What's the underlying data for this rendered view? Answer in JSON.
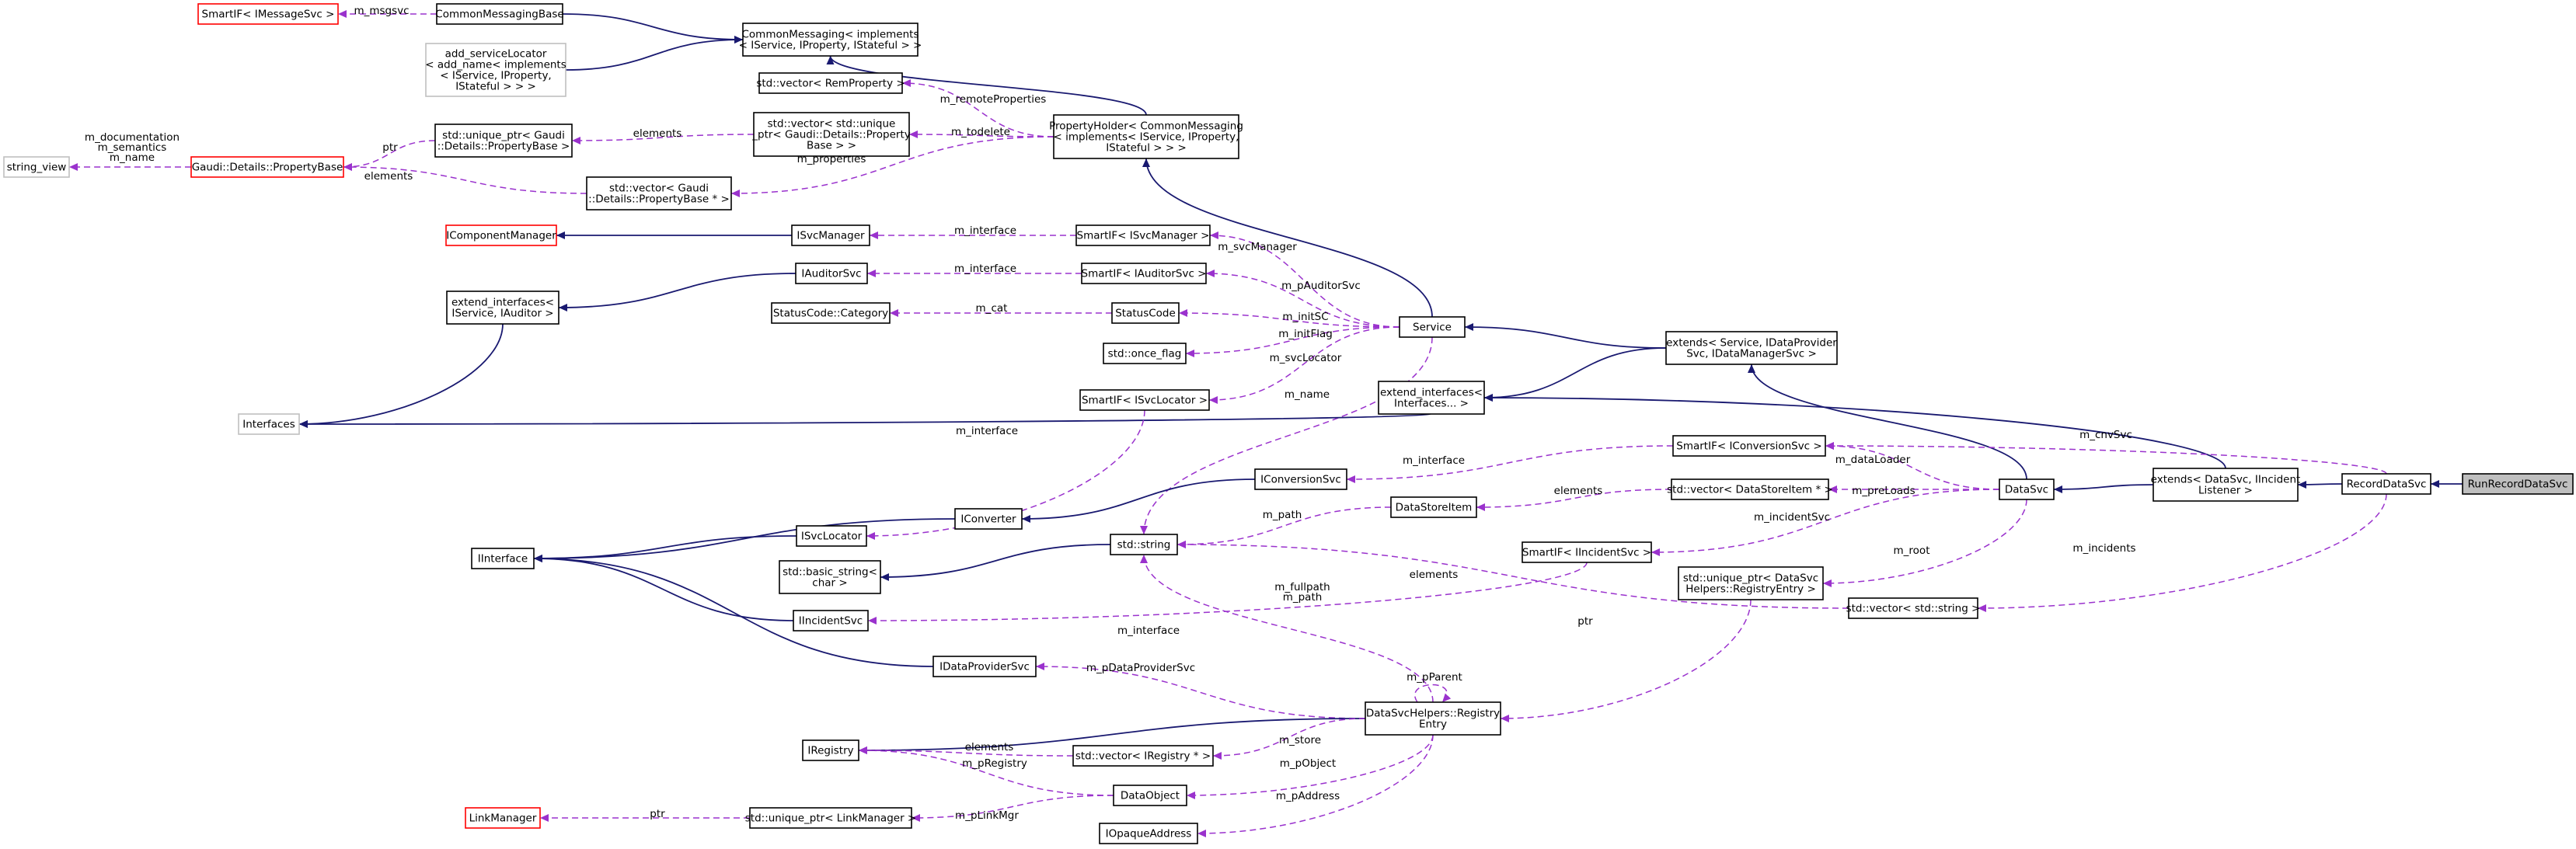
{
  "colors": {
    "node_fill": "#ffffff",
    "node_border": "#000000",
    "node_border_red": "#ff0000",
    "node_border_gray": "#bfbfbf",
    "focus_fill": "#bfbfbf",
    "inherit_edge": "#191970",
    "usage_edge": "#9a32cd"
  },
  "nodes": [
    {
      "id": "smartif_imsg",
      "lines": [
        "SmartIF< IMessageSvc >"
      ],
      "style": "red"
    },
    {
      "id": "commonmessagingbase",
      "lines": [
        "CommonMessagingBase"
      ],
      "style": "normal"
    },
    {
      "id": "add_serviceLocator",
      "lines": [
        "add_serviceLocator",
        "< add_name< implements",
        "< IService, IProperty,",
        "IStateful > > >"
      ],
      "style": "gray"
    },
    {
      "id": "commonmessaging",
      "lines": [
        "CommonMessaging< implements",
        "< IService, IProperty, IStateful > >"
      ],
      "style": "normal"
    },
    {
      "id": "vec_remproperty",
      "lines": [
        "std::vector< RemProperty >"
      ],
      "style": "normal"
    },
    {
      "id": "vec_uniqueptr_pb",
      "lines": [
        "std::vector< std::unique",
        "_ptr< Gaudi::Details::Property",
        "Base > >"
      ],
      "style": "normal"
    },
    {
      "id": "propertyholder",
      "lines": [
        "PropertyHolder< CommonMessaging",
        "< implements< IService, IProperty,",
        "IStateful > > >"
      ],
      "style": "normal"
    },
    {
      "id": "string_view",
      "lines": [
        "string_view"
      ],
      "style": "gray"
    },
    {
      "id": "propertybase",
      "lines": [
        "Gaudi::Details::PropertyBase"
      ],
      "style": "red"
    },
    {
      "id": "uniqueptr_pb",
      "lines": [
        "std::unique_ptr< Gaudi",
        "::Details::PropertyBase >"
      ],
      "style": "normal"
    },
    {
      "id": "vec_pb_ptr",
      "lines": [
        "std::vector< Gaudi",
        "::Details::PropertyBase * >"
      ],
      "style": "normal"
    },
    {
      "id": "icomponentmanager",
      "lines": [
        "IComponentManager"
      ],
      "style": "red"
    },
    {
      "id": "isvcmanager",
      "lines": [
        "ISvcManager"
      ],
      "style": "normal"
    },
    {
      "id": "smartif_isvcmanager",
      "lines": [
        "SmartIF< ISvcManager >"
      ],
      "style": "normal"
    },
    {
      "id": "iauditorsvc",
      "lines": [
        "IAuditorSvc"
      ],
      "style": "normal"
    },
    {
      "id": "smartif_iauditorsvc",
      "lines": [
        "SmartIF< IAuditorSvc >"
      ],
      "style": "normal"
    },
    {
      "id": "extend_interfaces_auditor",
      "lines": [
        "extend_interfaces<",
        "IService, IAuditor >"
      ],
      "style": "normal"
    },
    {
      "id": "statuscode_category",
      "lines": [
        "StatusCode::Category"
      ],
      "style": "normal"
    },
    {
      "id": "statuscode",
      "lines": [
        "StatusCode"
      ],
      "style": "normal"
    },
    {
      "id": "once_flag",
      "lines": [
        "std::once_flag"
      ],
      "style": "normal"
    },
    {
      "id": "service",
      "lines": [
        "Service"
      ],
      "style": "normal"
    },
    {
      "id": "extends_service",
      "lines": [
        "extends< Service, IDataProvider",
        "Svc, IDataManagerSvc >"
      ],
      "style": "normal"
    },
    {
      "id": "smartif_isvclocator",
      "lines": [
        "SmartIF< ISvcLocator >"
      ],
      "style": "normal"
    },
    {
      "id": "extend_interfaces_dots",
      "lines": [
        "extend_interfaces<",
        "Interfaces... >"
      ],
      "style": "normal"
    },
    {
      "id": "interfaces",
      "lines": [
        "Interfaces"
      ],
      "style": "gray"
    },
    {
      "id": "smartif_iconversionsvc",
      "lines": [
        "SmartIF< IConversionSvc >"
      ],
      "style": "normal"
    },
    {
      "id": "iconversionsvc",
      "lines": [
        "IConversionSvc"
      ],
      "style": "normal"
    },
    {
      "id": "datastoreitem",
      "lines": [
        "DataStoreItem"
      ],
      "style": "normal"
    },
    {
      "id": "vec_datastoreitem",
      "lines": [
        "std::vector< DataStoreItem * >"
      ],
      "style": "normal"
    },
    {
      "id": "datasvc",
      "lines": [
        "DataSvc"
      ],
      "style": "normal"
    },
    {
      "id": "extends_datasvc",
      "lines": [
        "extends< DataSvc, IIncident",
        "Listener >"
      ],
      "style": "normal"
    },
    {
      "id": "recorddatasvc",
      "lines": [
        "RecordDataSvc"
      ],
      "style": "normal"
    },
    {
      "id": "runrecorddatasvc",
      "lines": [
        "RunRecordDataSvc"
      ],
      "style": "focus"
    },
    {
      "id": "isvclocator",
      "lines": [
        "ISvcLocator"
      ],
      "style": "normal"
    },
    {
      "id": "iconverter",
      "lines": [
        "IConverter"
      ],
      "style": "normal"
    },
    {
      "id": "std_string",
      "lines": [
        "std::string"
      ],
      "style": "normal"
    },
    {
      "id": "smartif_iincidentsvc",
      "lines": [
        "SmartIF< IIncidentSvc >"
      ],
      "style": "normal"
    },
    {
      "id": "iinterface",
      "lines": [
        "IInterface"
      ],
      "style": "normal"
    },
    {
      "id": "basic_string",
      "lines": [
        "std::basic_string<",
        "char >"
      ],
      "style": "normal"
    },
    {
      "id": "uniqueptr_registryentry",
      "lines": [
        "std::unique_ptr< DataSvc",
        "Helpers::RegistryEntry >"
      ],
      "style": "normal"
    },
    {
      "id": "vec_string",
      "lines": [
        "std::vector< std::string >"
      ],
      "style": "normal"
    },
    {
      "id": "iincidentsvc",
      "lines": [
        "IIncidentSvc"
      ],
      "style": "normal"
    },
    {
      "id": "idataprovidersvc",
      "lines": [
        "IDataProviderSvc"
      ],
      "style": "normal"
    },
    {
      "id": "registryentry",
      "lines": [
        "DataSvcHelpers::Registry",
        "Entry"
      ],
      "style": "normal"
    },
    {
      "id": "iregistry",
      "lines": [
        "IRegistry"
      ],
      "style": "normal"
    },
    {
      "id": "vec_iregistry",
      "lines": [
        "std::vector< IRegistry * >"
      ],
      "style": "normal"
    },
    {
      "id": "dataobject",
      "lines": [
        "DataObject"
      ],
      "style": "normal"
    },
    {
      "id": "linkmanager",
      "lines": [
        "LinkManager"
      ],
      "style": "red"
    },
    {
      "id": "uniqueptr_linkmanager",
      "lines": [
        "std::unique_ptr< LinkManager >"
      ],
      "style": "normal"
    },
    {
      "id": "iopaqueaddress",
      "lines": [
        "IOpaqueAddress"
      ],
      "style": "normal"
    }
  ],
  "edge_labels": [
    {
      "id": "m_msgsvc",
      "lines": [
        "m_msgsvc"
      ]
    },
    {
      "id": "m_remoteproperties",
      "lines": [
        "m_remoteProperties"
      ]
    },
    {
      "id": "m_todelete",
      "lines": [
        "m_todelete"
      ]
    },
    {
      "id": "m_properties",
      "lines": [
        "m_properties"
      ]
    },
    {
      "id": "elements_uptr",
      "lines": [
        "elements"
      ]
    },
    {
      "id": "ptr_pb",
      "lines": [
        "ptr"
      ]
    },
    {
      "id": "elements_pbptr",
      "lines": [
        "elements"
      ]
    },
    {
      "id": "m_doc",
      "lines": [
        "m_documentation",
        "m_semantics",
        "m_name"
      ]
    },
    {
      "id": "m_interface_svcmgr",
      "lines": [
        "m_interface"
      ]
    },
    {
      "id": "m_svcmanager",
      "lines": [
        "m_svcManager"
      ]
    },
    {
      "id": "m_interface_aud",
      "lines": [
        "m_interface"
      ]
    },
    {
      "id": "m_pauditorsvc",
      "lines": [
        "m_pAuditorSvc"
      ]
    },
    {
      "id": "m_cat",
      "lines": [
        "m_cat"
      ]
    },
    {
      "id": "m_initsc",
      "lines": [
        "m_initSC"
      ]
    },
    {
      "id": "m_initflag",
      "lines": [
        "m_initFlag"
      ]
    },
    {
      "id": "m_svclocator",
      "lines": [
        "m_svcLocator"
      ]
    },
    {
      "id": "m_interface_loc",
      "lines": [
        "m_interface"
      ]
    },
    {
      "id": "m_name",
      "lines": [
        "m_name"
      ]
    },
    {
      "id": "m_interface_conv",
      "lines": [
        "m_interface"
      ]
    },
    {
      "id": "m_cnvsvc",
      "lines": [
        "m_cnvSvc"
      ]
    },
    {
      "id": "m_dataloader",
      "lines": [
        "m_dataLoader"
      ]
    },
    {
      "id": "elements_dsi",
      "lines": [
        "elements"
      ]
    },
    {
      "id": "m_preloads",
      "lines": [
        "m_preLoads"
      ]
    },
    {
      "id": "m_path_dsi",
      "lines": [
        "m_path"
      ]
    },
    {
      "id": "m_incidentsvc",
      "lines": [
        "m_incidentSvc"
      ]
    },
    {
      "id": "m_root",
      "lines": [
        "m_root"
      ]
    },
    {
      "id": "m_incidents",
      "lines": [
        "m_incidents"
      ]
    },
    {
      "id": "elements_vs",
      "lines": [
        "elements"
      ]
    },
    {
      "id": "m_fullpath",
      "lines": [
        "m_fullpath",
        "m_path"
      ]
    },
    {
      "id": "ptr_reg",
      "lines": [
        "ptr"
      ]
    },
    {
      "id": "m_interface_inc",
      "lines": [
        "m_interface"
      ]
    },
    {
      "id": "m_pdataprovidersvc",
      "lines": [
        "m_pDataProviderSvc"
      ]
    },
    {
      "id": "m_pparent",
      "lines": [
        "m_pParent"
      ]
    },
    {
      "id": "m_store",
      "lines": [
        "m_store"
      ]
    },
    {
      "id": "elements_reg",
      "lines": [
        "elements"
      ]
    },
    {
      "id": "m_pregistry",
      "lines": [
        "m_pRegistry"
      ]
    },
    {
      "id": "m_pobject",
      "lines": [
        "m_pObject"
      ]
    },
    {
      "id": "m_plinkmgr",
      "lines": [
        "m_pLinkMgr"
      ]
    },
    {
      "id": "ptr_lm",
      "lines": [
        "ptr"
      ]
    },
    {
      "id": "m_paddress",
      "lines": [
        "m_pAddress"
      ]
    }
  ]
}
